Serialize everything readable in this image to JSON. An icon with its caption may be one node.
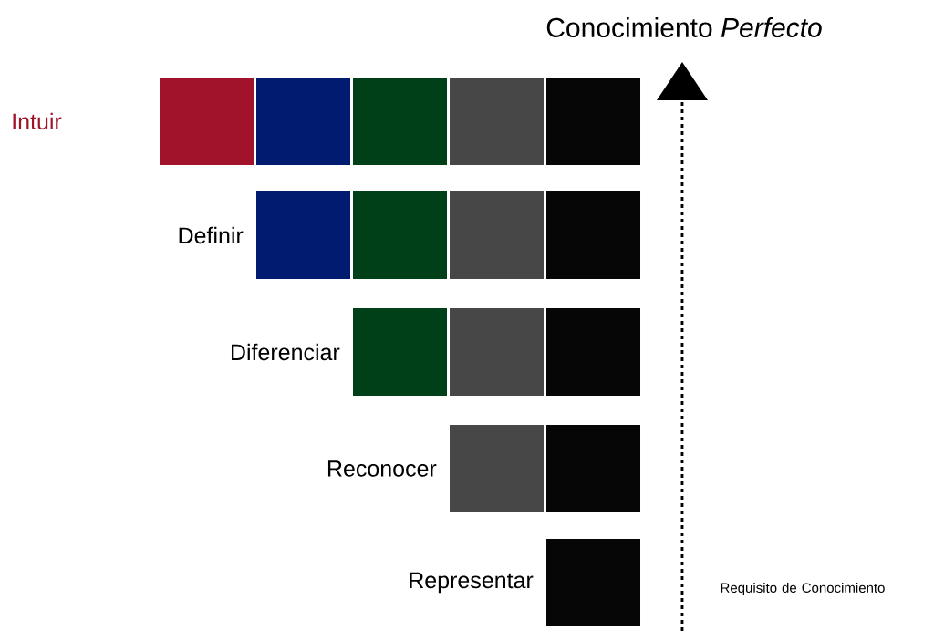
{
  "diagram": {
    "title": "Conocimiento *Perfecto*",
    "labels": [
      "Intuir",
      "Definir",
      "Diferenciar",
      "Reconocer",
      "Representar",
      "Requisito de Conocimiento"
    ]
  }
}
